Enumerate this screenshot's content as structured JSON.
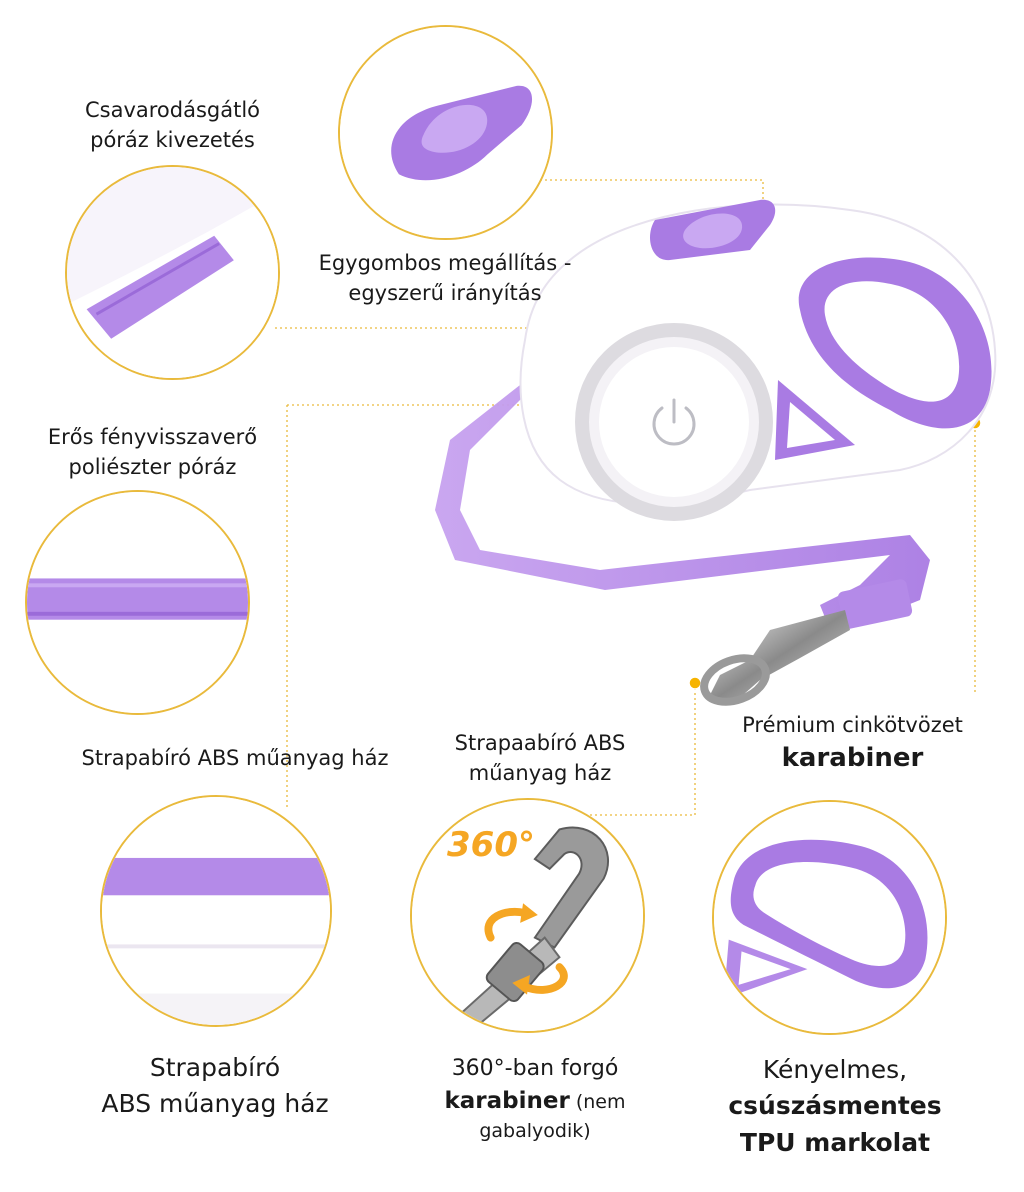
{
  "colors": {
    "accent": "#e9ba3c",
    "purple": "#b48ae8",
    "purple_dark": "#9b6bd9",
    "white": "#ffffff",
    "arrow": "#f5a623"
  },
  "labels": {
    "anti_twist": [
      "Csavarodásgátló",
      "póráz kivezetés"
    ],
    "one_button": [
      "Egygombos megállítás -",
      "egyszerű irányítás"
    ],
    "reflective": [
      "Erős fényvisszaverő",
      "poliészter póráz"
    ],
    "abs_left": "Strapabíró ABS műanyag ház",
    "abs_center": [
      "Strapaabíró ABS",
      "műanyag ház"
    ],
    "premium": {
      "line1": "Prémium cinkötvözet",
      "line2": "karabiner"
    },
    "bottom_left": [
      "Strapabíró",
      "ABS műanyag ház"
    ],
    "bottom_center": {
      "line1": "360°-ban forgó",
      "bold": "karabiner",
      "paren_start": " (nem",
      "line3": "gabalyodik)"
    },
    "bottom_right": {
      "line1": "Kényelmes,",
      "line2": "csúszásmentes",
      "line3": "TPU markolat"
    },
    "badge_360": "360°"
  },
  "icons": {
    "power": "power-icon",
    "rotate": "rotate-arrows-icon"
  }
}
